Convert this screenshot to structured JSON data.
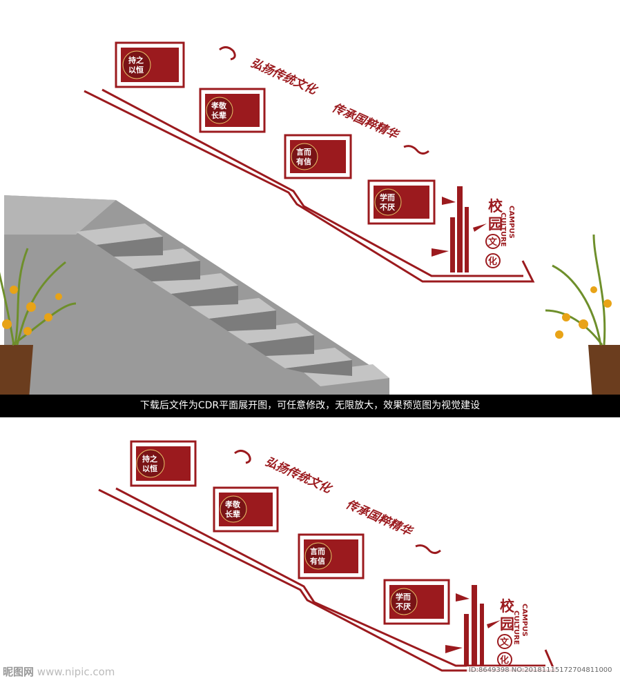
{
  "slogans": {
    "line1": "弘扬传统文化",
    "line2": "传承国粹精华"
  },
  "panels": [
    {
      "title": [
        "持之",
        "以恒"
      ]
    },
    {
      "title": [
        "孝敬",
        "长辈"
      ]
    },
    {
      "title": [
        "言而",
        "有信"
      ]
    },
    {
      "title": [
        "学而",
        "不厌"
      ]
    }
  ],
  "campus": {
    "char1": "校",
    "char2": "园",
    "char3": "文",
    "char4": "化",
    "en1": "CAMPUS",
    "en2": "CULTURE"
  },
  "caption": "下载后文件为CDR平面展开图，可任意修改，无限放大，效果预览图为视觉建设",
  "watermark": {
    "brand": "昵图网",
    "url": "www.nipic.com"
  },
  "id_label": "ID:8649398 NO:20181115172704811000",
  "colors": {
    "brand_red": "#9b1a1e",
    "stair_gray": "#8a8a8a",
    "background": "#ffffff"
  }
}
